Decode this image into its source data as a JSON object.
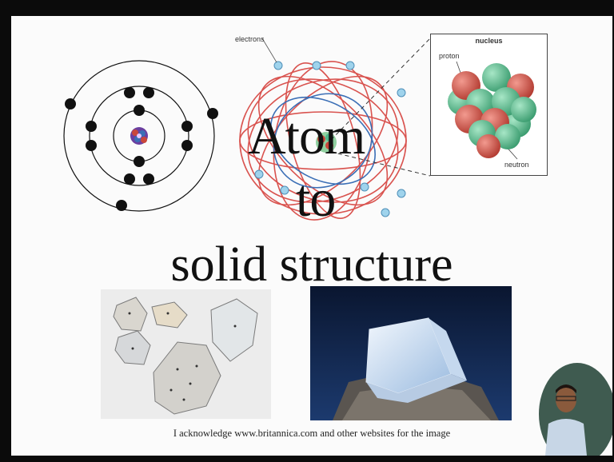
{
  "slide": {
    "title_line1": "Atom",
    "title_line2": "to",
    "title_line3": "solid structure",
    "acknowledgement": "I acknowledge www.britannica.com and other websites for the image"
  },
  "atom_model": {
    "electrons_label": "electrons"
  },
  "nucleus_inset": {
    "title": "nucleus",
    "proton_label": "proton",
    "neutron_label": "neutron"
  },
  "colors": {
    "slide_background": "#fbfbfb",
    "frame": "#0b0b0b",
    "orbit_red": "#d9534f",
    "orbit_blue": "#3b6fb6",
    "electron_blue": "#9fd3ec",
    "proton": "#c9473b",
    "neutron": "#4fb58a",
    "nucleus_purple": "#6a3fa0"
  }
}
